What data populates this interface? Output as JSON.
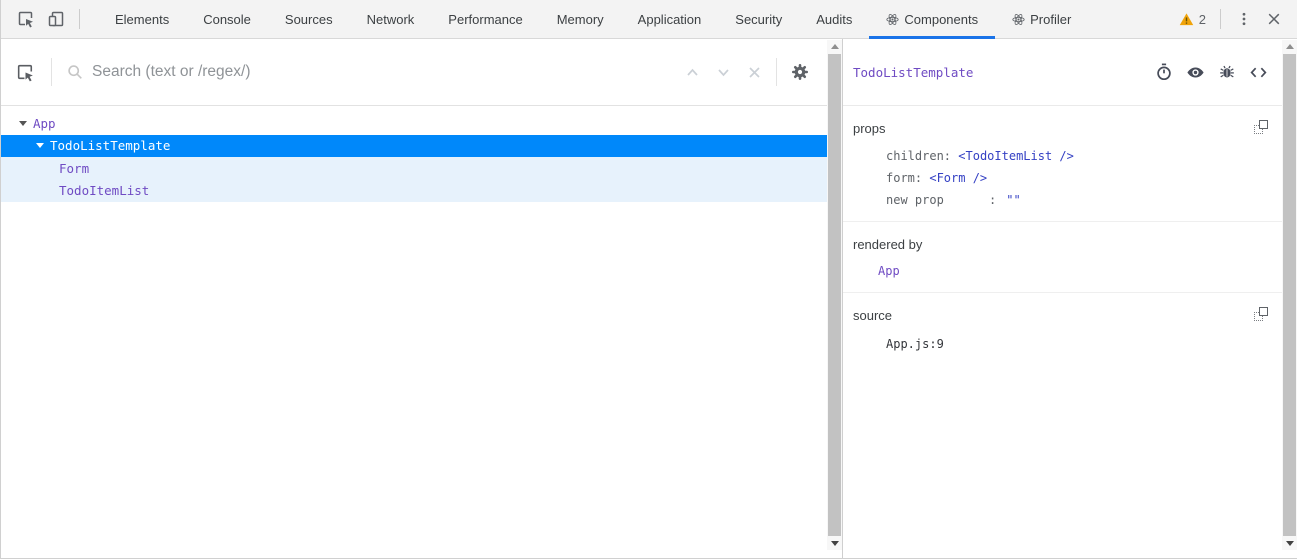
{
  "toolbar": {
    "tabs": [
      {
        "label": "Elements"
      },
      {
        "label": "Console"
      },
      {
        "label": "Sources"
      },
      {
        "label": "Network"
      },
      {
        "label": "Performance"
      },
      {
        "label": "Memory"
      },
      {
        "label": "Application"
      },
      {
        "label": "Security"
      },
      {
        "label": "Audits"
      },
      {
        "label": "Components",
        "icon": "react-atom-icon",
        "active": true
      },
      {
        "label": "Profiler",
        "icon": "react-atom-icon",
        "active": false
      }
    ],
    "warning_count": "2",
    "icons": [
      "inspect-cursor-icon",
      "device-toolbar-icon",
      "warning-triangle-icon",
      "kebab-menu-icon",
      "close-icon"
    ]
  },
  "left_panel": {
    "search": {
      "placeholder": "Search (text or /regex/)",
      "icons": [
        "inspect-cursor-icon",
        "search-icon",
        "chevron-up-icon",
        "chevron-down-icon",
        "close-icon",
        "gear-icon"
      ]
    },
    "tree": [
      {
        "label": "App",
        "depth": 0,
        "expanded": true,
        "selected": false
      },
      {
        "label": "TodoListTemplate",
        "depth": 1,
        "expanded": true,
        "selected": true
      },
      {
        "label": "Form",
        "depth": 2,
        "expanded": false,
        "selected": false
      },
      {
        "label": "TodoItemList",
        "depth": 2,
        "expanded": false,
        "selected": false
      }
    ]
  },
  "right_panel": {
    "title": "TodoListTemplate",
    "header_icons": [
      "stopwatch-icon",
      "eye-icon",
      "bug-icon",
      "code-brackets-icon"
    ],
    "props": {
      "label": "props",
      "rows": [
        {
          "name": "children:",
          "value": "<TodoItemList />"
        },
        {
          "name": "form:",
          "value": "<Form />"
        }
      ],
      "new_prop": {
        "name": "new prop",
        "colon": ":",
        "value": "\"\""
      }
    },
    "rendered_by": {
      "label": "rendered by",
      "items": [
        {
          "label": "App"
        }
      ]
    },
    "source": {
      "label": "source",
      "value": "App.js:9"
    }
  },
  "colors": {
    "selection_blue": "#0088FA",
    "selection_child_bg": "#E7F2FC",
    "tab_accent_blue": "#1A73E8",
    "component_name_purple": "#6F4BC3",
    "prop_value_blue": "#3541C4",
    "warning_orange": "#F0A30A",
    "toolbar_bg": "#F3F3F3"
  }
}
